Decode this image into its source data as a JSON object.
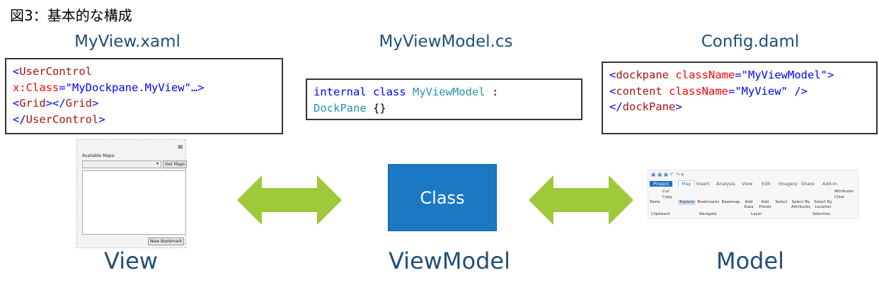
{
  "title": "図3：基本的な構成",
  "files": {
    "view": "MyView.xaml",
    "viewmodel": "MyViewModel.cs",
    "config": "Config.daml"
  },
  "colors": {
    "keyword": "#0000ff",
    "element": "#a31515",
    "attribute": "#ff0000",
    "type": "#2b91af",
    "arrow": "#9dc93a",
    "class_box": "#1b78c2",
    "label": "#1f4e79"
  },
  "code": {
    "view": [
      [
        {
          "t": "<",
          "c": "#0000ff"
        },
        {
          "t": "UserControl",
          "c": "#a31515"
        }
      ],
      [
        {
          "t": "x:Class",
          "c": "#ff0000"
        },
        {
          "t": "=",
          "c": "#0000ff"
        },
        {
          "t": "\"MyDockpane.MyView\"…>",
          "c": "#0000ff"
        }
      ],
      [
        {
          "t": "<",
          "c": "#0000ff"
        },
        {
          "t": "Grid",
          "c": "#a31515"
        },
        {
          "t": "></",
          "c": "#0000ff"
        },
        {
          "t": "Grid",
          "c": "#a31515"
        },
        {
          "t": ">",
          "c": "#0000ff"
        }
      ],
      [
        {
          "t": "</",
          "c": "#0000ff"
        },
        {
          "t": "UserControl",
          "c": "#a31515"
        },
        {
          "t": ">",
          "c": "#0000ff"
        }
      ]
    ],
    "viewmodel": [
      [
        {
          "t": "internal class ",
          "c": "#0000ff"
        },
        {
          "t": "MyViewModel",
          "c": "#2b91af"
        },
        {
          "t": " :",
          "c": "#000000"
        }
      ],
      [
        {
          "t": "DockPane",
          "c": "#2b91af"
        },
        {
          "t": " {}",
          "c": "#000000"
        }
      ]
    ],
    "config": [
      [
        {
          "t": "<",
          "c": "#0000ff"
        },
        {
          "t": "dockpane",
          "c": "#a31515"
        },
        {
          "t": " className",
          "c": "#ff0000"
        },
        {
          "t": "=",
          "c": "#0000ff"
        },
        {
          "t": "\"MyViewModel\"",
          "c": "#0000ff"
        },
        {
          "t": ">",
          "c": "#0000ff"
        }
      ],
      [
        {
          "t": "<",
          "c": "#0000ff"
        },
        {
          "t": "content",
          "c": "#a31515"
        },
        {
          "t": " className",
          "c": "#ff0000"
        },
        {
          "t": "=",
          "c": "#0000ff"
        },
        {
          "t": "\"MyView\"",
          "c": "#0000ff"
        },
        {
          "t": " />",
          "c": "#0000ff"
        }
      ],
      [
        {
          "t": "</",
          "c": "#0000ff"
        },
        {
          "t": "dockPane",
          "c": "#a31515"
        },
        {
          "t": ">",
          "c": "#0000ff"
        }
      ]
    ]
  },
  "view_screenshot": {
    "label": "Available Maps:",
    "get_maps": "Get Maps",
    "new_bookmark": "New Bookmark"
  },
  "ribbon": {
    "tabs": [
      "Project",
      "Map",
      "Insert",
      "Analysis",
      "View",
      "Edit",
      "Imagery",
      "Share",
      "Add-In"
    ],
    "buttons": [
      "Paste",
      "Cut",
      "Copy",
      "Explore",
      "Bookmarks",
      "Basemap",
      "Add Data",
      "Add Preset",
      "Select",
      "Select By Attributes",
      "Select By Location",
      "Attributes",
      "Clear"
    ],
    "groups": [
      "Clipboard",
      "Navigate",
      "Layer",
      "Selection"
    ]
  },
  "class_label": "Class",
  "bottom": {
    "view": "View",
    "viewmodel": "ViewModel",
    "model": "Model"
  }
}
